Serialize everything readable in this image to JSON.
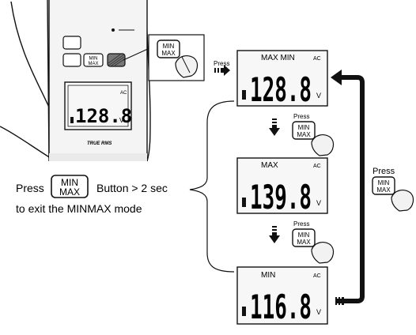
{
  "meter": {
    "reading": "128.8",
    "unit": "V",
    "ac_symbol": "AC",
    "brand_text": "TRUE RMS",
    "minmax_small_label_top": "MIN",
    "minmax_small_label_bottom": "MAX"
  },
  "callout_button": {
    "top": "MIN",
    "bottom": "MAX"
  },
  "press_label": "Press",
  "displays": [
    {
      "mode": "MAX MIN",
      "reading": "128.8",
      "unit": "V",
      "ac_symbol": "AC"
    },
    {
      "mode": "MAX",
      "reading": "139.8",
      "unit": "V",
      "ac_symbol": "AC"
    },
    {
      "mode": "MIN",
      "reading": "116.8",
      "unit": "V",
      "ac_symbol": "AC"
    }
  ],
  "instruction": {
    "press_word": "Press",
    "button_top": "MIN",
    "button_bottom": "MAX",
    "suffix": "Button > 2 sec",
    "line2": "to exit the MINMAX mode"
  },
  "colors": {
    "ink": "#111111",
    "lcd_bg": "#f3f3f3",
    "meter_body": "#e6e6e6"
  }
}
